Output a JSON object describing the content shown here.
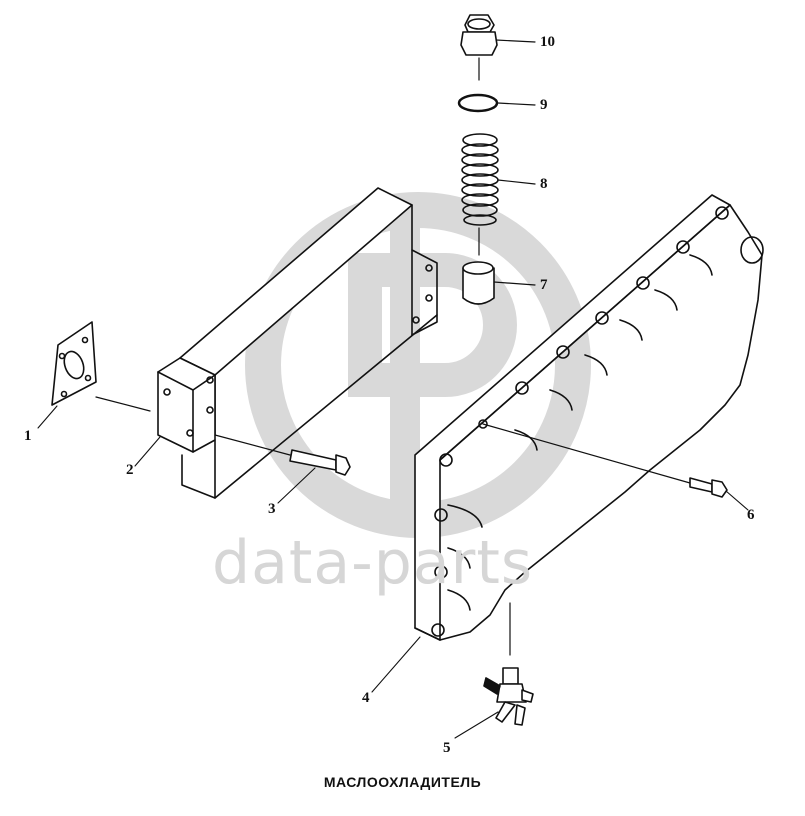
{
  "caption": "МАСЛООХЛАДИТЕЛЬ",
  "watermark": {
    "text": "data-parts",
    "color": "#d4d4d4"
  },
  "callouts": [
    "1",
    "2",
    "3",
    "4",
    "5",
    "6",
    "7",
    "8",
    "9",
    "10"
  ],
  "ink": "#111111"
}
